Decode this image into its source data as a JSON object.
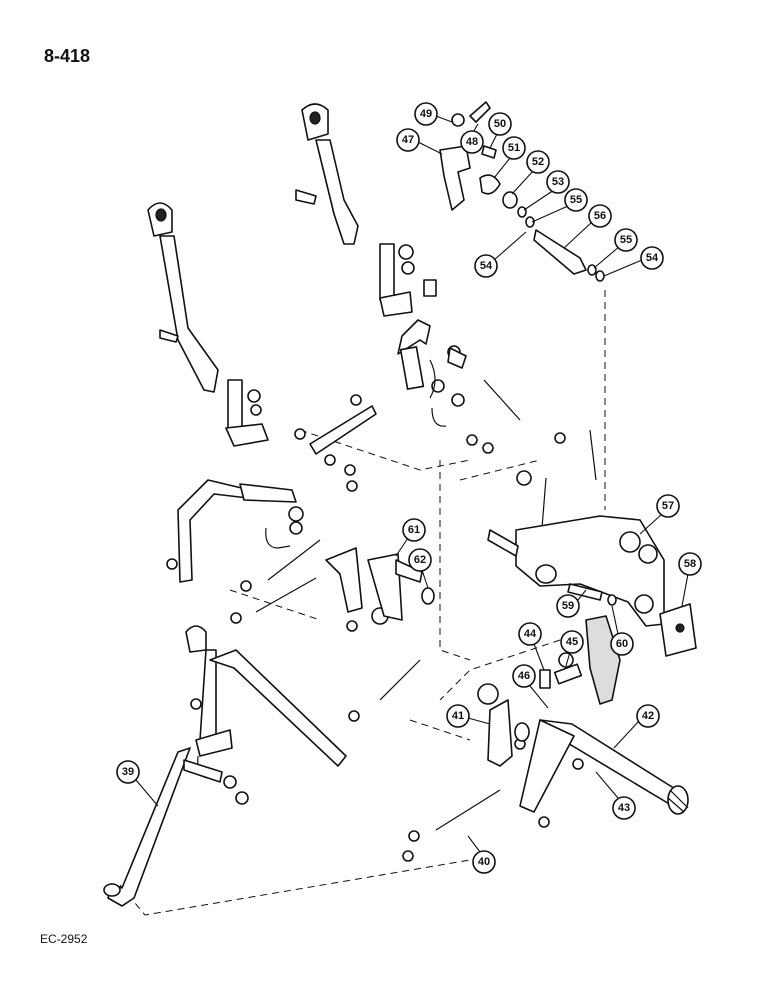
{
  "page": {
    "number": "8-418",
    "figure_code": "EC-2952"
  },
  "callouts": [
    "49",
    "48",
    "50",
    "47",
    "51",
    "52",
    "53",
    "55",
    "56",
    "55",
    "54",
    "54",
    "57",
    "58",
    "61",
    "62",
    "59",
    "60",
    "44",
    "45",
    "46",
    "41",
    "42",
    "43",
    "39",
    "40"
  ]
}
